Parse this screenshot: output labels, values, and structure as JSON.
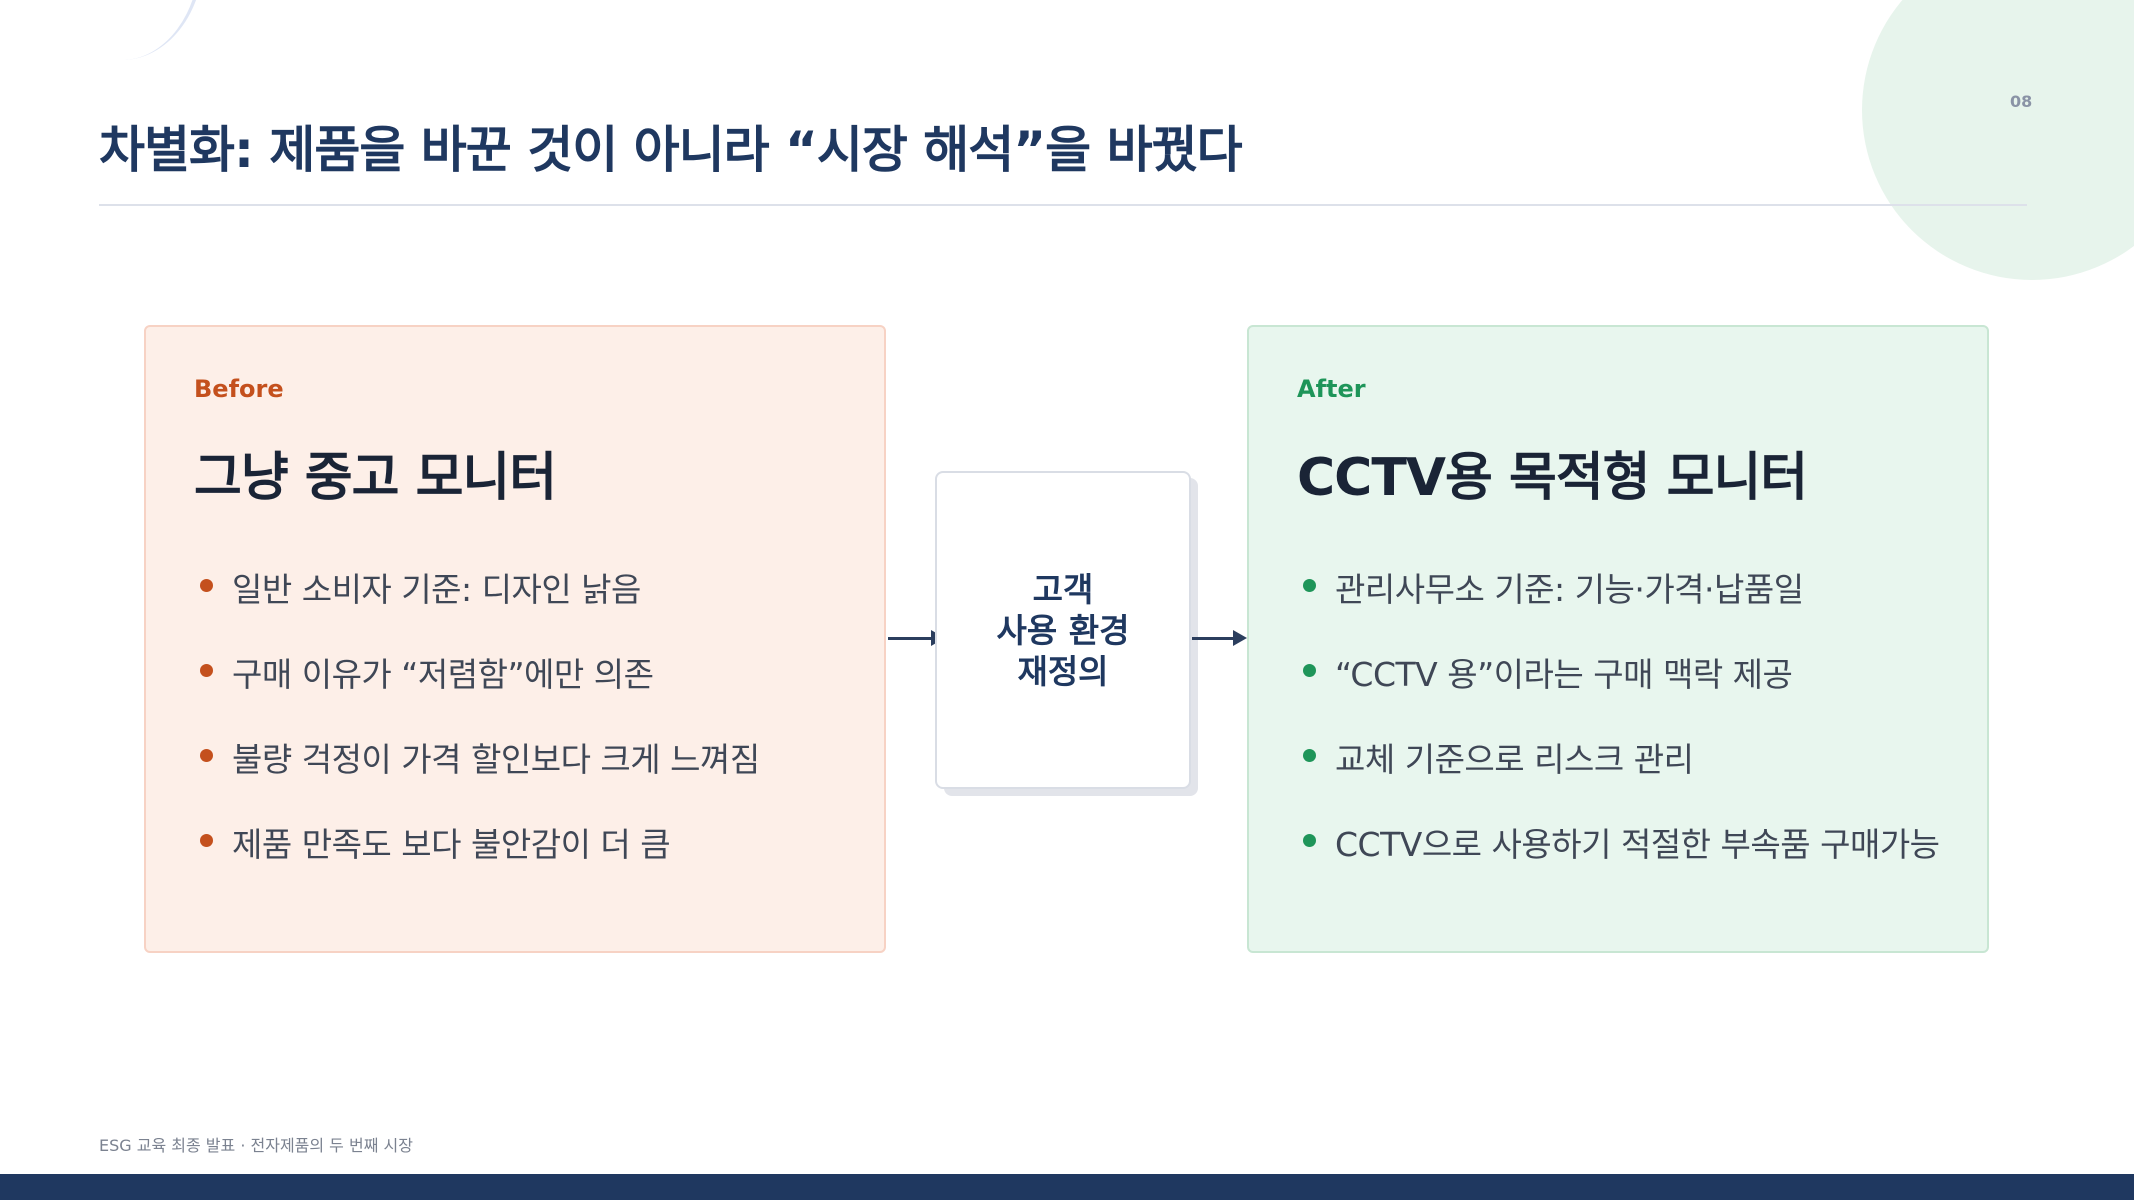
{
  "slide": {
    "page_number": "08",
    "title": "차별화: 제품을 바꾼 것이 아니라 “시장 해석”을 바꿨다"
  },
  "before": {
    "tag": "Before",
    "heading": "그냥 중고 모니터",
    "bullets": [
      "일반 소비자 기준: 디자인 낡음",
      "구매 이유가 “저렴함”에만 의존",
      "불량 걱정이 가격 할인보다 크게 느껴짐",
      "제품 만족도 보다 불안감이 더 큼"
    ]
  },
  "center": {
    "text": "고객\n사용 환경\n재정의"
  },
  "after": {
    "tag": "After",
    "heading": "CCTV용 목적형 모니터",
    "bullets": [
      "관리사무소 기준: 기능·가격·납품일",
      "“CCTV 용”이라는 구매 맥락 제공",
      "교체 기준으로 리스크 관리",
      "CCTV으로 사용하기 적절한 부속품 구매가능"
    ]
  },
  "footer": {
    "caption": "ESG 교육 최종 발표 · 전자제품의 두 번째 시장"
  },
  "colors": {
    "title": "#1f3860",
    "before_accent": "#c4501d",
    "after_accent": "#1e9559",
    "footer_bar": "#1f3860"
  }
}
